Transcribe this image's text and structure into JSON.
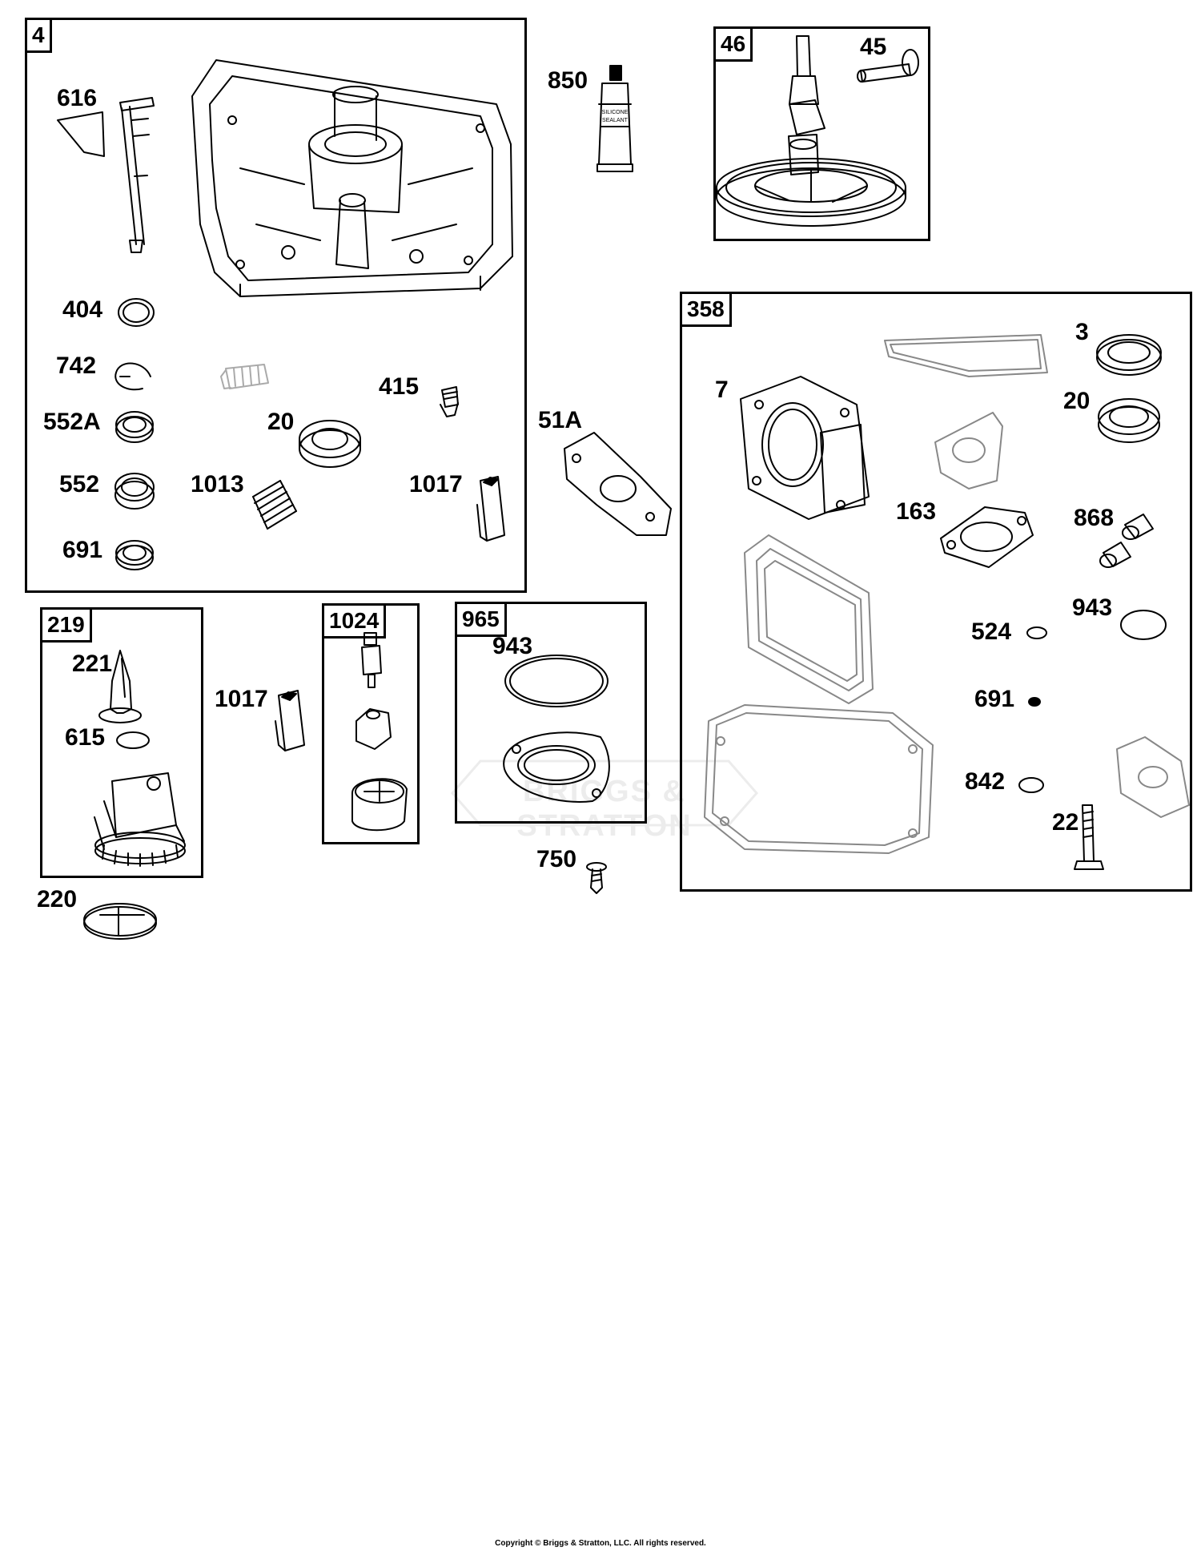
{
  "boxes": {
    "b4": "4",
    "b46": "46",
    "b358": "358",
    "b219": "219",
    "b1024": "1024",
    "b965": "965"
  },
  "labels": {
    "l616": "616",
    "l404": "404",
    "l742": "742",
    "l552A": "552A",
    "l552": "552",
    "l691a": "691",
    "l1013": "1013",
    "l20a": "20",
    "l415": "415",
    "l1017a": "1017",
    "l850": "850",
    "l45": "45",
    "l51A": "51A",
    "l3": "3",
    "l7": "7",
    "l20b": "20",
    "l163": "163",
    "l868": "868",
    "l524": "524",
    "l943a": "943",
    "l691b": "691",
    "l842": "842",
    "l22": "22",
    "l221": "221",
    "l615": "615",
    "l220": "220",
    "l1017b": "1017",
    "l943b": "943",
    "l750": "750"
  },
  "tube_text": {
    "line1": "SILICONE",
    "line2": "SEALANT"
  },
  "watermark": "BRIGGS & STRATTON",
  "copyright": "Copyright © Briggs & Stratton, LLC. All rights reserved."
}
